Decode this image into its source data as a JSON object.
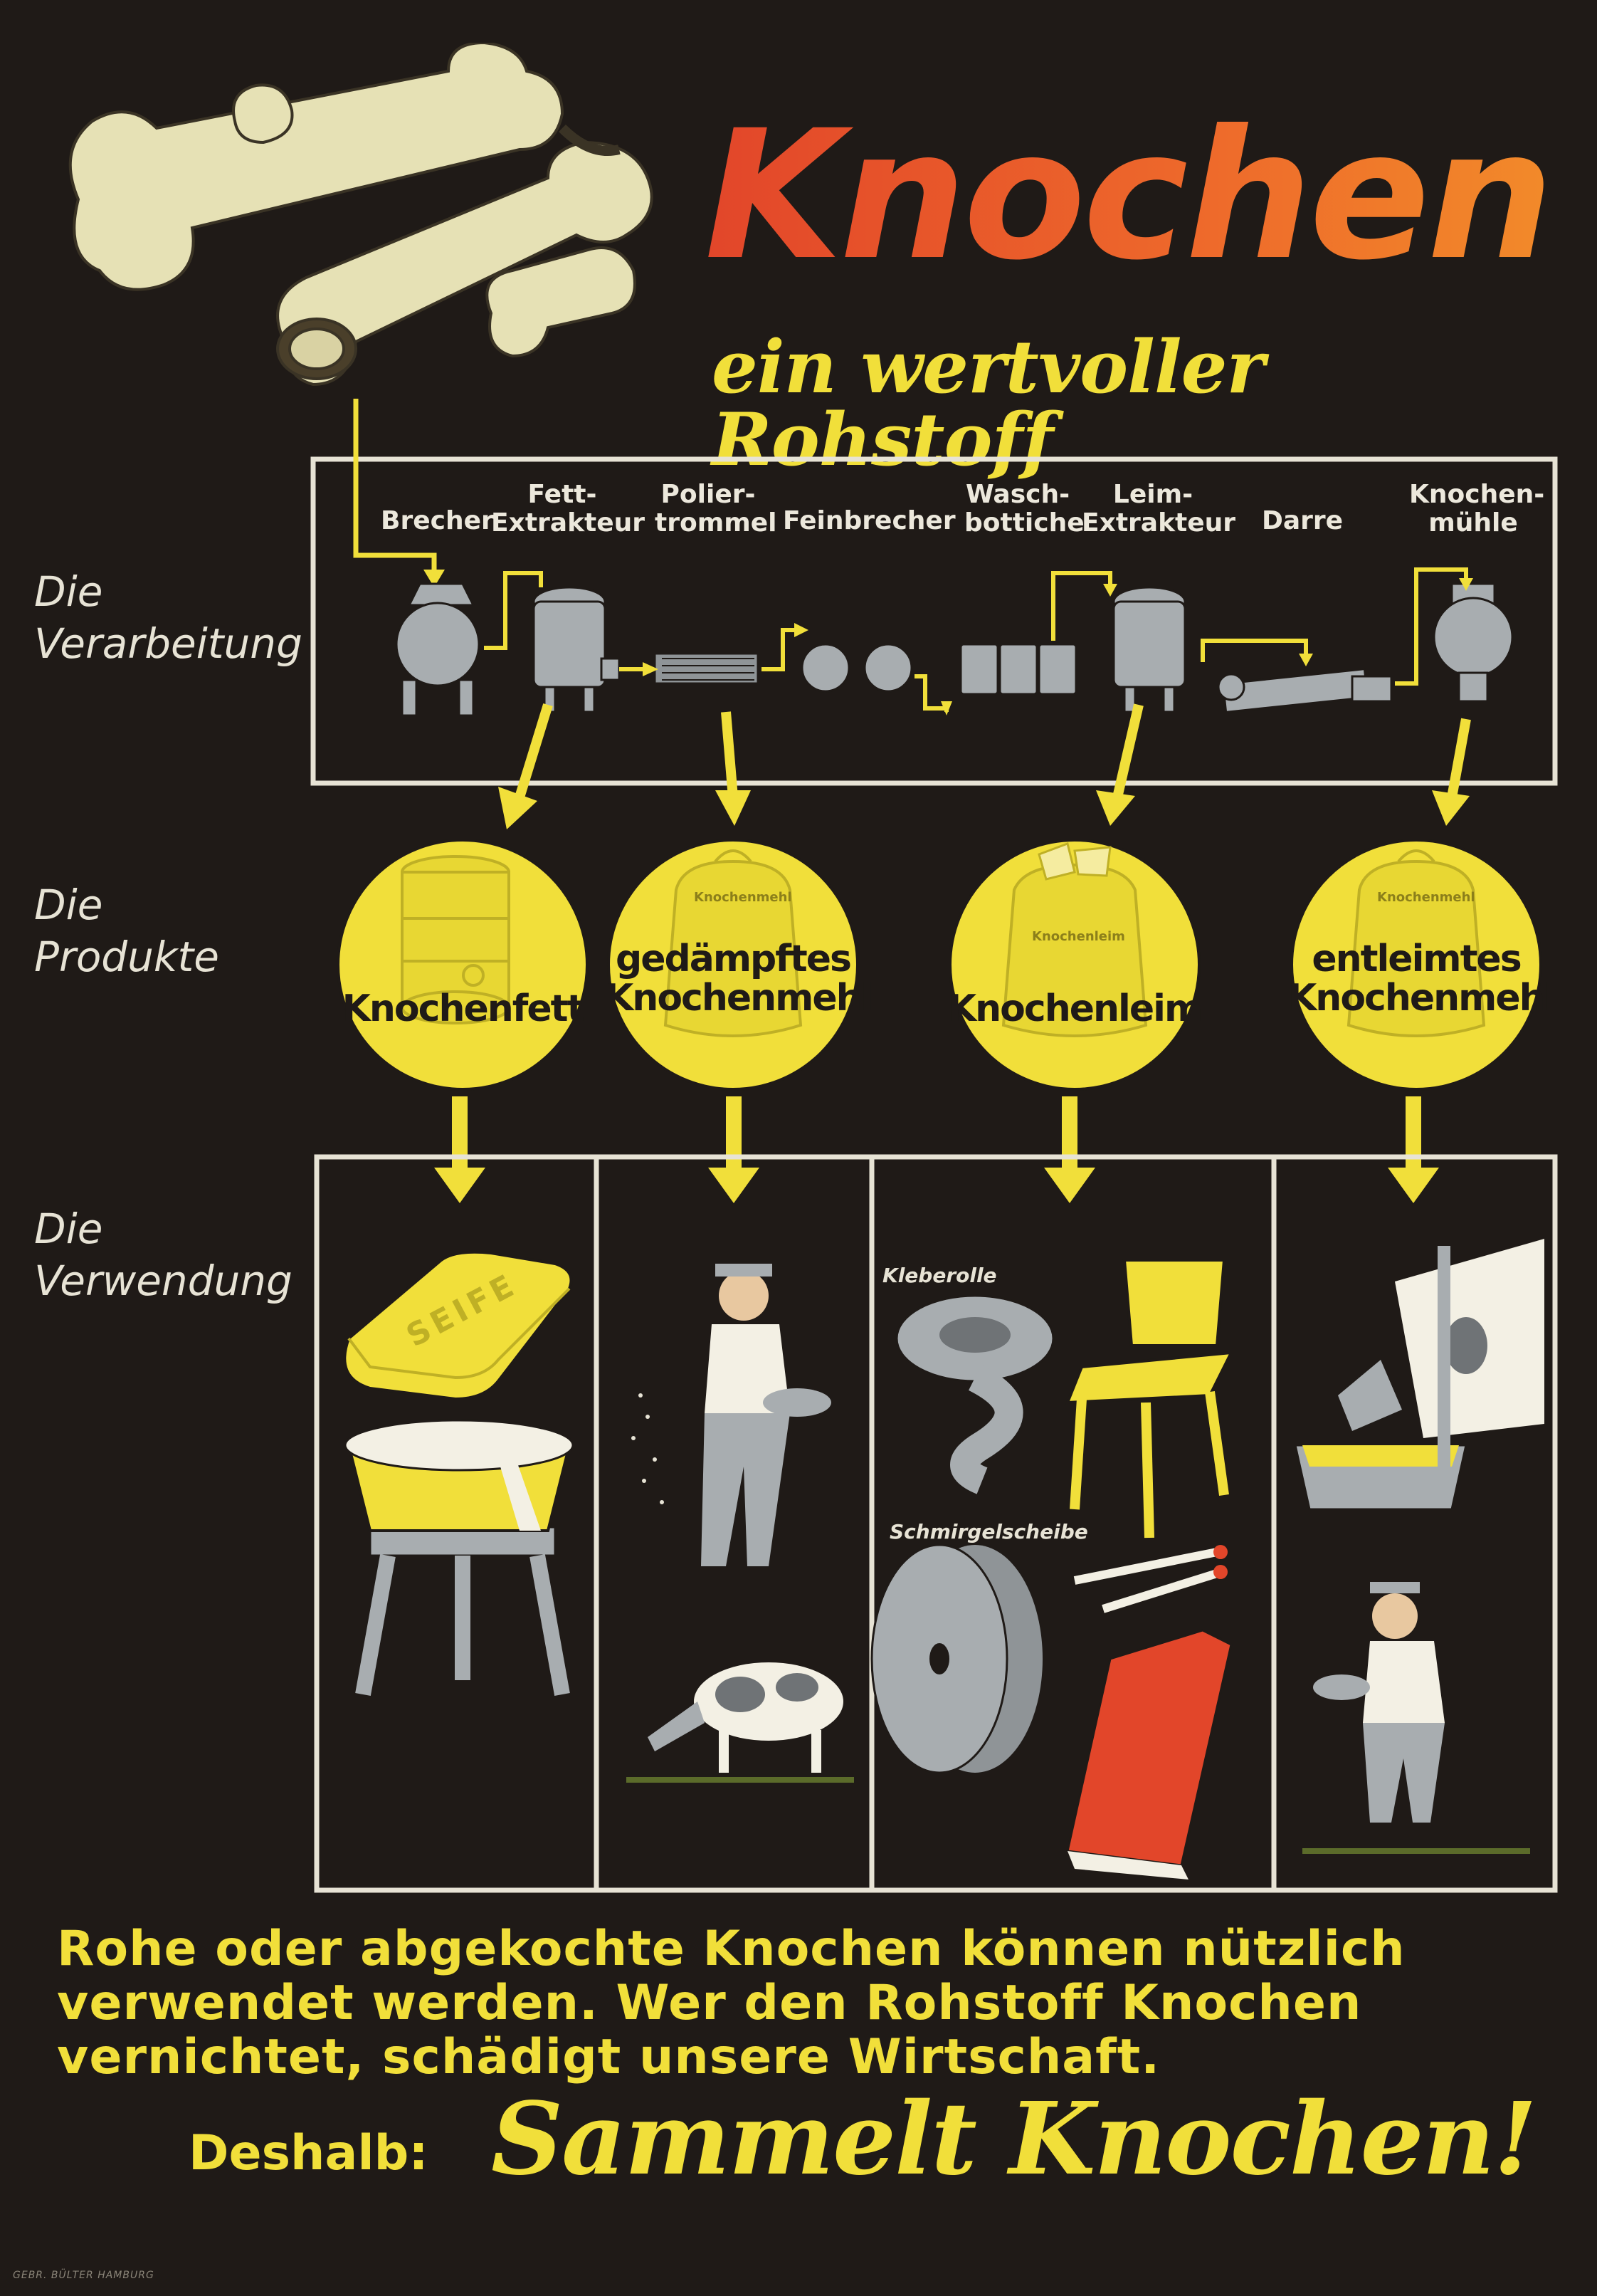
{
  "title": "Knochen",
  "subtitle": "ein wertvoller Rohstoff",
  "sections": {
    "processing": {
      "line1": "Die",
      "line2": "Verarbeitung"
    },
    "products": {
      "line1": "Die",
      "line2": "Produkte"
    },
    "uses": {
      "line1": "Die",
      "line2": "Verwendung"
    }
  },
  "process_steps": [
    {
      "label": "Brecher"
    },
    {
      "label": "Fett-\nExtrakteur"
    },
    {
      "label": "Polier-\ntrommel"
    },
    {
      "label": "Feinbrecher"
    },
    {
      "label": "Wasch-\nbottiche"
    },
    {
      "label": "Leim-\nExtrakteur"
    },
    {
      "label": "Darre"
    },
    {
      "label": "Knochen-\nmühle"
    }
  ],
  "products": [
    {
      "label": "Knochenfett"
    },
    {
      "label": "gedämpftes\nKnochenmehl",
      "bag_text": "Knochenmehl"
    },
    {
      "label": "Knochenleim",
      "bag_text": "Knochenleim"
    },
    {
      "label": "entleimtes\nKnochenmehl",
      "bag_text": "Knochenmehl"
    }
  ],
  "uses": {
    "soap_text": "SEIFE",
    "label_kleberolle": "Kleberolle",
    "label_schmirgelscheibe": "Schmirgelscheibe"
  },
  "body_lines": [
    "Rohe oder abgekochte Knochen können nützlich",
    "verwendet werden. Wer den Rohstoff Knochen",
    "vernichtet, schädigt unsere Wirtschaft."
  ],
  "call_to_action": {
    "prefix": "Deshalb:",
    "slogan": "Sammelt Knochen!"
  },
  "imprint": "GEBR. BÜLTER HAMBURG",
  "colors": {
    "background": "#1f1a17",
    "yellow": "#f1df3a",
    "title_red": "#e2462a",
    "machine_grey": "#a8adb0",
    "frame": "#e7e3d5"
  }
}
